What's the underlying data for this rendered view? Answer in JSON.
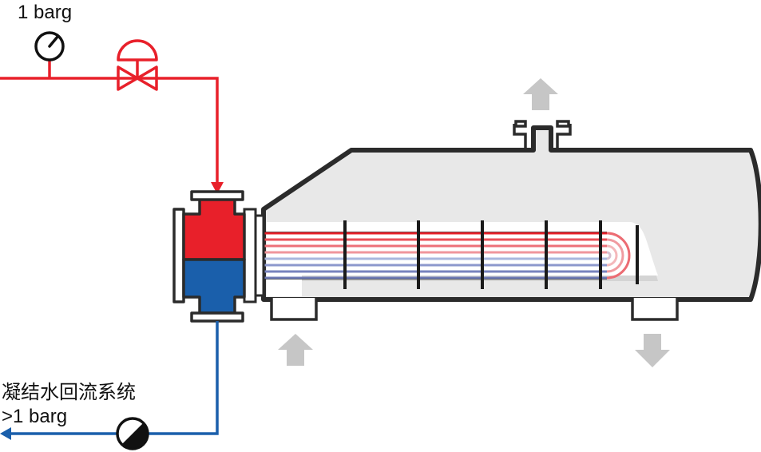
{
  "labels": {
    "steam_pressure": "1 barg",
    "condensate_return": "凝结水回流系统",
    "condensate_pressure": ">1 barg"
  },
  "colors": {
    "steam": "#e8202a",
    "condensate": "#1a5fab",
    "shell_fill": "#e8e8e8",
    "outline": "#2b2b2b",
    "flow_arrow": "#c6c6c6"
  },
  "icons": {
    "gauge": "pressure-gauge-icon",
    "valve": "control-valve-icon",
    "trap": "steam-trap-icon",
    "arrow_up": "arrow-up-icon",
    "arrow_down": "arrow-down-icon"
  }
}
